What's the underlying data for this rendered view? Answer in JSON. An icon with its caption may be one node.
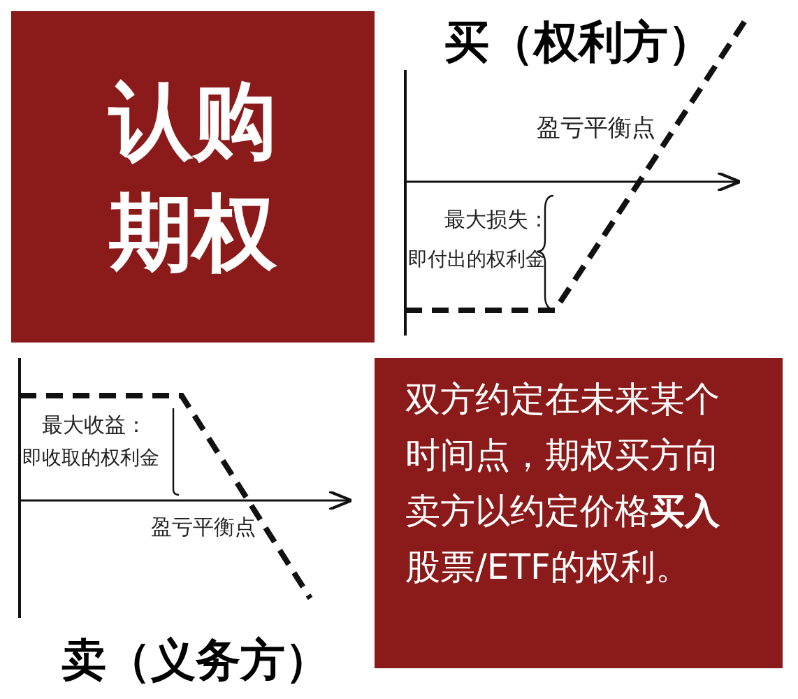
{
  "diagram": {
    "nodes": [
      {
        "text": [
          "认购期权"
        ]
      },
      {
        "text": [
          "双方约定在未来某个时间点，期权买方向卖方以约定价格**买入**股票/ETF的权利。"
        ]
      }
    ],
    "labels": [
      "买（权利方）",
      "盈亏平衡点",
      "最大损失：",
      "即付出的权利金",
      "最大收益：",
      "即收取的权利金",
      "盈亏平衡点",
      "卖（义务方）"
    ]
  }
}
